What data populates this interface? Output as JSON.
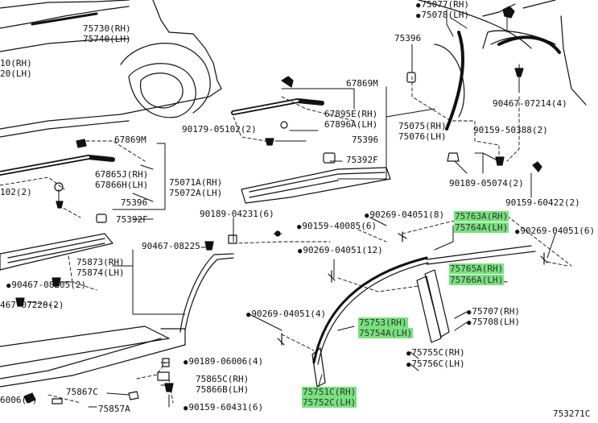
{
  "diagram_id": "753271C",
  "labels": {
    "p75077": "75077(RH)",
    "p75078": "75078(LH)",
    "p75730": "75730(RH)",
    "p75740": "75740(LH)",
    "p010": "10(RH)",
    "p020": "20(LH)",
    "p75396_top": "75396",
    "p67869_top": "67869M",
    "p90467_07214": "90467-07214(4)",
    "p67895": "67895E(RH)",
    "p67896": "67896A(LH)",
    "p75075": "75075(RH)",
    "p75076": "75076(LH)",
    "p90179": "90179-05102(2)",
    "p90159_50388": "90159-50388(2)",
    "p75396_mid": "75396",
    "p67869_left": "67869M",
    "p75392_mid": "75392F",
    "p67865": "67865J(RH)",
    "p67866": "67866H(LH)",
    "p75071": "75071A(RH)",
    "p75072": "75072A(LH)",
    "p90189_05074": "90189-05074(2)",
    "p102": "102(2)",
    "p75396_left": "75396",
    "p90159_60422": "90159-60422(2)",
    "p75392_left": "75392F",
    "p90189_04231": "90189-04231(6)",
    "p90269_04051_8": "90269-04051(8)",
    "p75763": "75763A(RH)",
    "p75764": "75764A(LH)",
    "p90159_40085": "90159-40085(6)",
    "p90269_04051_6": "90269-04051(6)",
    "p90467_08225": "90467-08225",
    "p90269_04051_12": "90269-04051(12)",
    "p75873": "75873(RH)",
    "p75874": "75874(LH)",
    "p75765": "75765A(RH)",
    "p75766": "75766A(LH)",
    "p90467_08205": "90467-08205(2)",
    "p467_07220": "467-07220(2)",
    "p75707": "75707(RH)",
    "p75708": "75708(LH)",
    "p90269_04051_4": "90269-04051(4)",
    "p75753": "75753(RH)",
    "p75754": "75754A(LH)",
    "p75755": "75755C(RH)",
    "p75756": "75756C(LH)",
    "p90189_06006": "90189-06006(4)",
    "p75865": "75865C(RH)",
    "p75866": "75866B(LH)",
    "p75867": "75867C",
    "p90159_60431": "90159-60431(6)",
    "p75751": "75751C(RH)",
    "p75752": "75752C(LH)",
    "p75857": "75857A",
    "p6006": "6006(6)"
  },
  "colors": {
    "highlight": "#79e27f",
    "line": "#111111"
  }
}
